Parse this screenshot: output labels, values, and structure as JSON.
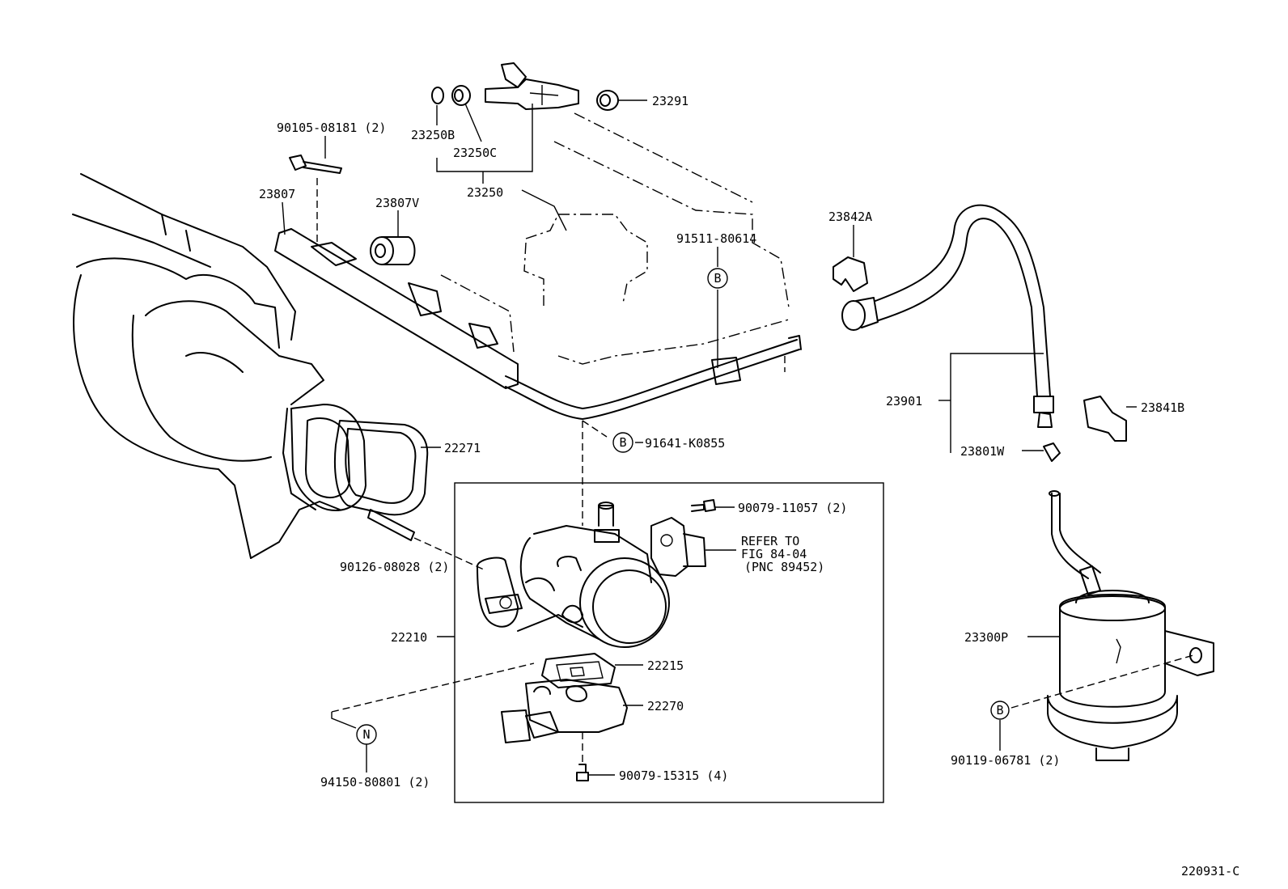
{
  "diagram_id": "220931-C",
  "parts": {
    "p23291": "23291",
    "p23250B": "23250B",
    "p23250C": "23250C",
    "p23250": "23250",
    "p90105": "90105-08181 (2)",
    "p23807": "23807",
    "p23807V": "23807V",
    "p91511": "91511-80614",
    "p23842A": "23842A",
    "p23901": "23901",
    "p23841B": "23841B",
    "p23801W": "23801W",
    "p22271": "22271",
    "p91641": "91641-K0855",
    "p90079_11057": "90079-11057 (2)",
    "p90126": "90126-08028 (2)",
    "p22210": "22210",
    "p22215": "22215",
    "p22270": "22270",
    "p90079_15315": "90079-15315 (4)",
    "p94150": "94150-80801 (2)",
    "p23300P": "23300P",
    "p90119": "90119-06781 (2)"
  },
  "refer_note": {
    "line1": "REFER TO",
    "line2": "FIG 84-04",
    "line3": "(PNC 89452)"
  },
  "marks": {
    "b": "B",
    "n": "N"
  }
}
